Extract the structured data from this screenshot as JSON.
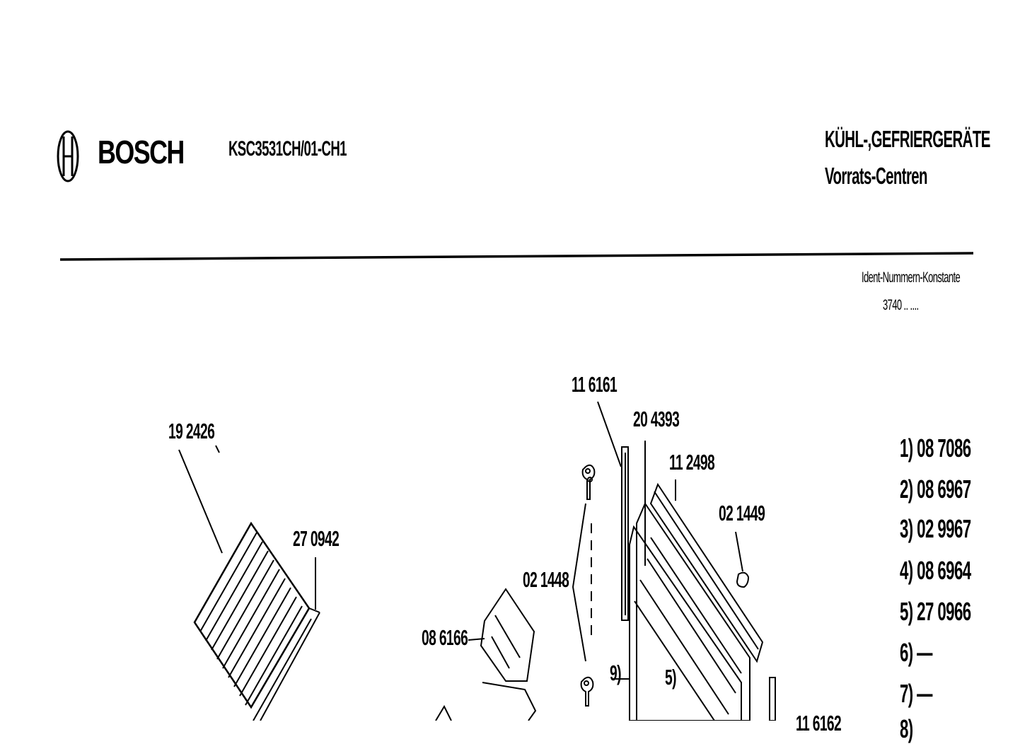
{
  "header": {
    "brand": "BOSCH",
    "model": "KSC3531CH/01-CH1",
    "category_line1": "KÜHL-,GEFRIERGERÄTE",
    "category_line2": "Vorrats-Centren",
    "ident_label": "Ident-Nummern-Konstante",
    "ident_value": "3740  ..  ...."
  },
  "icons": {
    "logo": "bosch-armature-logo-icon"
  },
  "parts": {
    "p192426": "19 2426",
    "p270942": "27 0942",
    "p116161": "11 6161",
    "p204393": "20 4393",
    "p112498": "11 2498",
    "p021449": "02 1449",
    "p021448": "02 1448",
    "p086166": "08 6166",
    "p9": "9)",
    "p5": "5)",
    "p116162": "11 6162"
  },
  "legend": [
    {
      "label": "1) 08 7086"
    },
    {
      "label": "2) 08 6967"
    },
    {
      "label": "3) 02 9967"
    },
    {
      "label": "4) 08 6964"
    },
    {
      "label": "5) 27 0966"
    },
    {
      "label": "6) —"
    },
    {
      "label": "7) —"
    },
    {
      "label": "8)"
    }
  ]
}
